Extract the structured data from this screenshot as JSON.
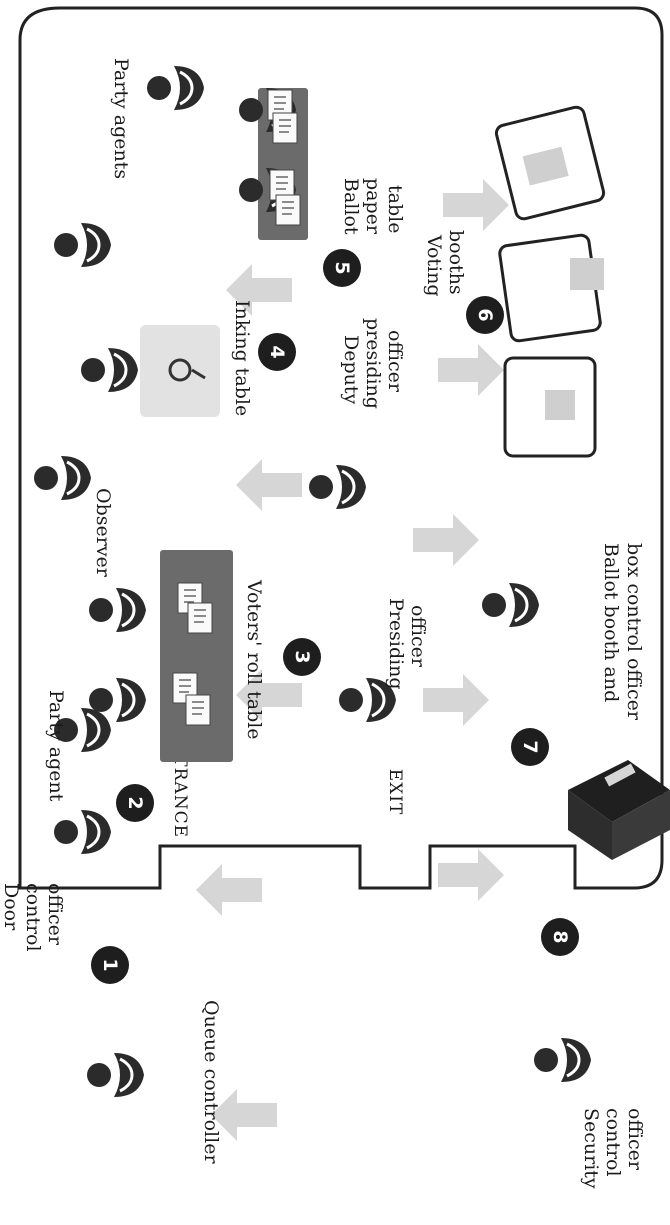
{
  "signs": {
    "entrance": "ENTRANCE",
    "exit": "EXIT"
  },
  "steps": [
    "1",
    "2",
    "3",
    "4",
    "5",
    "6",
    "7",
    "8"
  ],
  "labels": {
    "party_agents": "Party agents",
    "ballot_paper_table_1": "Ballot",
    "ballot_paper_table_2": "paper",
    "ballot_paper_table_3": "table",
    "voting_booths_1": "Voting",
    "voting_booths_2": "booths",
    "inking_table": "Inking table",
    "deputy_presiding_1": "Deputy",
    "deputy_presiding_2": "presiding",
    "deputy_presiding_3": "officer",
    "observer": "Observer",
    "voters_roll_table": "Voters' roll table",
    "presiding_1": "Presiding",
    "presiding_2": "officer",
    "ballot_booth_1": "Ballot booth and",
    "ballot_booth_2": "box control officer",
    "party_agent": "Party agent",
    "door_control_1": "Door",
    "door_control_2": "control",
    "door_control_3": "officer",
    "queue_controller": "Queue controller",
    "security_1": "Security",
    "security_2": "control",
    "security_3": "officer"
  },
  "colors": {
    "figure": "#2b2b2b",
    "table": "#6b6b6b",
    "arrow": "#d6d6d6",
    "badge": "#1e1e1e"
  }
}
